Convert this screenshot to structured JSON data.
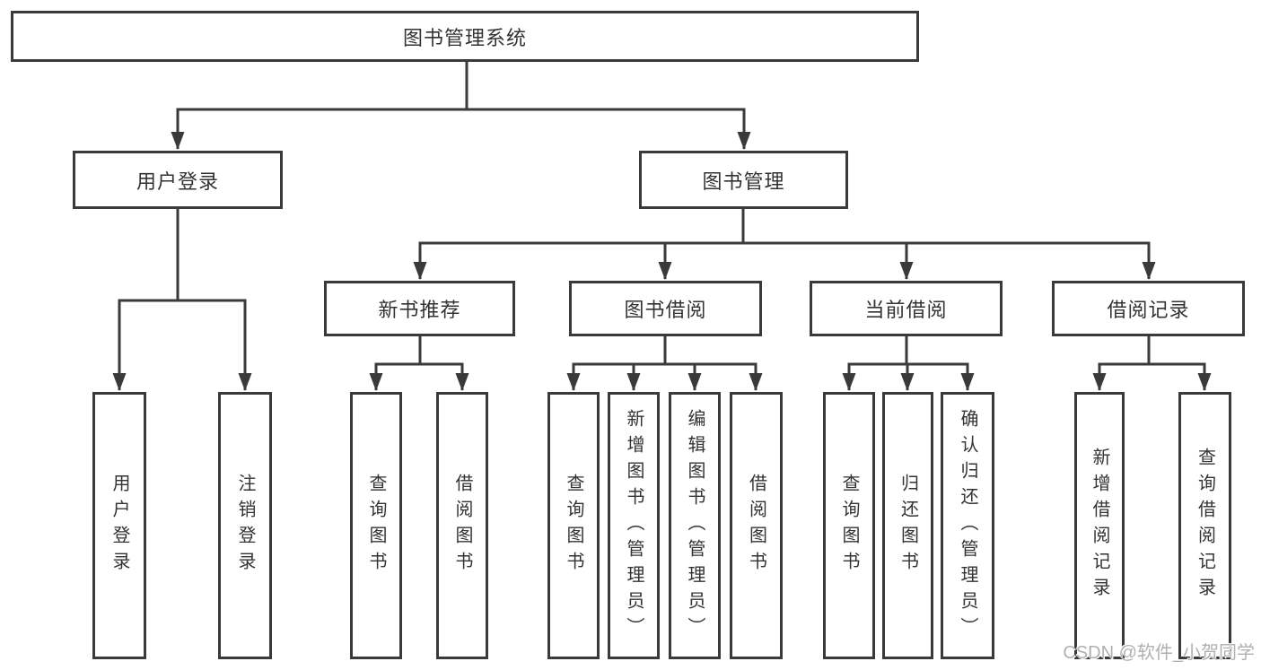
{
  "colors": {
    "line": "#3a3a3a",
    "text": "#333333",
    "watermark": "#b0b0b0",
    "background": "#ffffff"
  },
  "watermark": "CSDN @软件_小贺同学",
  "tree": {
    "label": "图书管理系统",
    "children": [
      {
        "label": "用户登录",
        "children": [
          {
            "label": "用户登录"
          },
          {
            "label": "注销登录"
          }
        ]
      },
      {
        "label": "图书管理",
        "children": [
          {
            "label": "新书推荐",
            "children": [
              {
                "label": "查询图书"
              },
              {
                "label": "借阅图书"
              }
            ]
          },
          {
            "label": "图书借阅",
            "children": [
              {
                "label": "查询图书"
              },
              {
                "label": "新增图书（管理员）"
              },
              {
                "label": "编辑图书（管理员）"
              },
              {
                "label": "借阅图书"
              }
            ]
          },
          {
            "label": "当前借阅",
            "children": [
              {
                "label": "查询图书"
              },
              {
                "label": "归还图书"
              },
              {
                "label": "确认归还（管理员）"
              }
            ]
          },
          {
            "label": "借阅记录",
            "children": [
              {
                "label": "新增借阅记录"
              },
              {
                "label": "查询借阅记录"
              }
            ]
          }
        ]
      }
    ]
  }
}
